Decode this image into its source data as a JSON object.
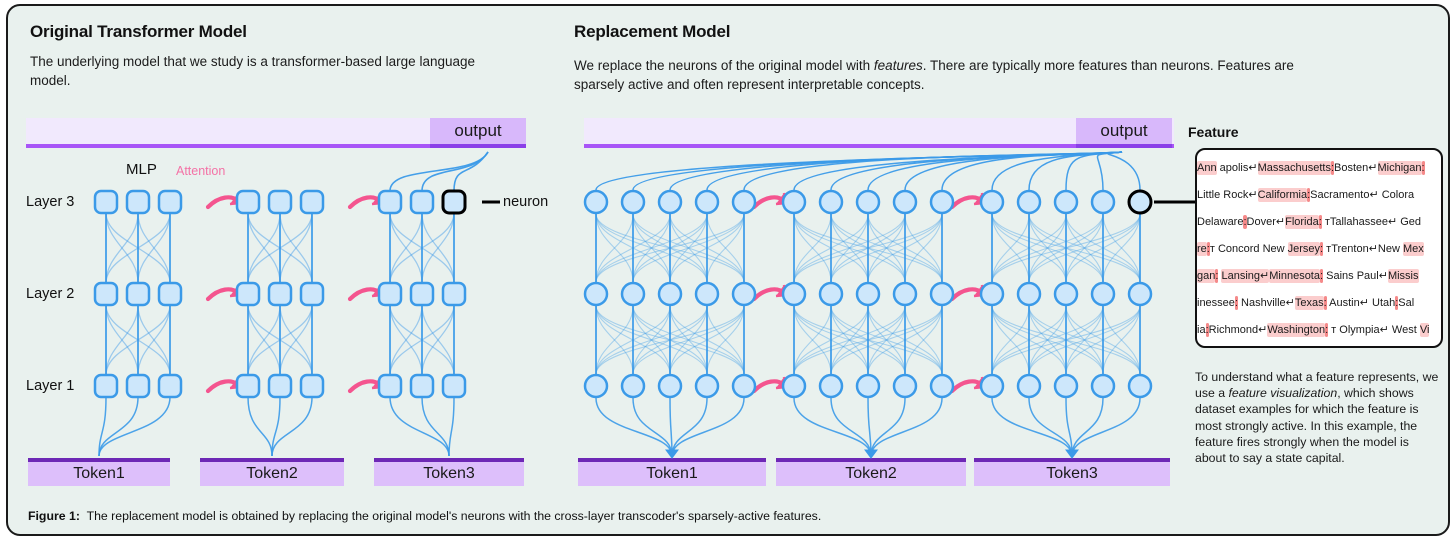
{
  "figure": {
    "caption_label": "Figure 1:",
    "caption_text": "The replacement model is obtained by replacing the original model's neurons with the cross-layer transcoder's sparsely-active features."
  },
  "left_panel": {
    "title": "Original Transformer Model",
    "description": "The underlying model that we study is a transformer-based large language model.",
    "output_label": "output",
    "mlp_label": "MLP",
    "attention_label": "Attention",
    "neuron_callout": "neuron",
    "layer_labels": [
      "Layer 3",
      "Layer 2",
      "Layer 1"
    ],
    "tokens": [
      "Token1",
      "Token2",
      "Token3"
    ],
    "nodes_per_layer": 3,
    "token_count": 3,
    "layer_count": 3
  },
  "right_panel": {
    "title": "Replacement Model",
    "description_pre": "We replace the neurons of the original model with ",
    "description_em": "features",
    "description_post": ". There are typically more features than neurons. Features are sparsely active and often represent interpretable concepts.",
    "output_label": "output",
    "tokens": [
      "Token1",
      "Token2",
      "Token3"
    ],
    "nodes_per_layer": 5,
    "token_count": 3,
    "layer_count": 3
  },
  "feature_panel": {
    "title": "Feature",
    "caption_pre": "To understand what a feature represents, we use a ",
    "caption_em": "feature visualization",
    "caption_post": ", which shows dataset examples for which the feature is most strongly active. In this example, the feature fires strongly when the model is about to say a state capital.",
    "rows": [
      [
        {
          "t": "Ann",
          "h": "hl1"
        },
        {
          "t": " apolis↵",
          "h": ""
        },
        {
          "t": "Massachusetts",
          "h": "hl1"
        },
        {
          "t": ":",
          "h": "hl2"
        },
        {
          "t": "Bosten↵",
          "h": ""
        },
        {
          "t": "Michigan",
          "h": "hl1"
        },
        {
          "t": ":",
          "h": "hl2"
        }
      ],
      [
        {
          "t": " Little Rock↵",
          "h": ""
        },
        {
          "t": "Califormia",
          "h": "hl1"
        },
        {
          "t": ":",
          "h": "hl2"
        },
        {
          "t": "Sacramento↵ Colora",
          "h": ""
        }
      ],
      [
        {
          "t": "Delaware",
          "h": ""
        },
        {
          "t": ":",
          "h": "hl2"
        },
        {
          "t": "Dover↵",
          "h": ""
        },
        {
          "t": "Florida",
          "h": "hl1"
        },
        {
          "t": ":",
          "h": "hl2"
        },
        {
          "t": " ᴛTallahassee↵ Ged",
          "h": ""
        }
      ],
      [
        {
          "t": "re",
          "h": "hl1"
        },
        {
          "t": ":",
          "h": "hl2"
        },
        {
          "t": "ᴛ Concord  New ",
          "h": ""
        },
        {
          "t": "Jersey",
          "h": "hl1"
        },
        {
          "t": ":",
          "h": "hl2"
        },
        {
          "t": " ᴛTrenton↵New ",
          "h": ""
        },
        {
          "t": "Mex",
          "h": "hl1"
        }
      ],
      [
        {
          "t": "gan",
          "h": "hl1"
        },
        {
          "t": ":",
          "h": "hl2"
        },
        {
          "t": " ",
          "h": ""
        },
        {
          "t": "Lansing↵",
          "h": "hl1"
        },
        {
          "t": "Minnesota",
          "h": "hl1"
        },
        {
          "t": ":",
          "h": "hl2"
        },
        {
          "t": " Sains Paul↵",
          "h": ""
        },
        {
          "t": "Missis",
          "h": "hl1"
        }
      ],
      [
        {
          "t": "inessee",
          "h": ""
        },
        {
          "t": ":",
          "h": "hl2"
        },
        {
          "t": " Nashville↵",
          "h": ""
        },
        {
          "t": "Texas",
          "h": "hl1"
        },
        {
          "t": ":",
          "h": "hl2"
        },
        {
          "t": " Austin↵ Utah",
          "h": ""
        },
        {
          "t": ":",
          "h": "hl2"
        },
        {
          "t": "Sal",
          "h": ""
        }
      ],
      [
        {
          "t": "ia",
          "h": ""
        },
        {
          "t": ":",
          "h": "hl2"
        },
        {
          "t": "Richmond↵",
          "h": ""
        },
        {
          "t": "Washington",
          "h": "hl1"
        },
        {
          "t": ":",
          "h": "hl2"
        },
        {
          "t": " ᴛ Olympia↵ West ",
          "h": ""
        },
        {
          "t": "Vi",
          "h": "hl1"
        }
      ]
    ]
  },
  "colors": {
    "canvas": "#e9f1ee",
    "node_fill": "#cde7fb",
    "node_stroke": "#3b9ae8",
    "wire": "#3b9ae8",
    "attention_arrow": "#f4558f",
    "output_bar": "#f1e9fd",
    "output_cap": "#d8b8fb",
    "output_rule": "#a855f7",
    "token_bar": "#ddbffb",
    "token_rule": "#6d28b5",
    "highlight_light": "#fbcdcd",
    "highlight_strong": "#f58a8a",
    "border": "#1a1a1a"
  }
}
